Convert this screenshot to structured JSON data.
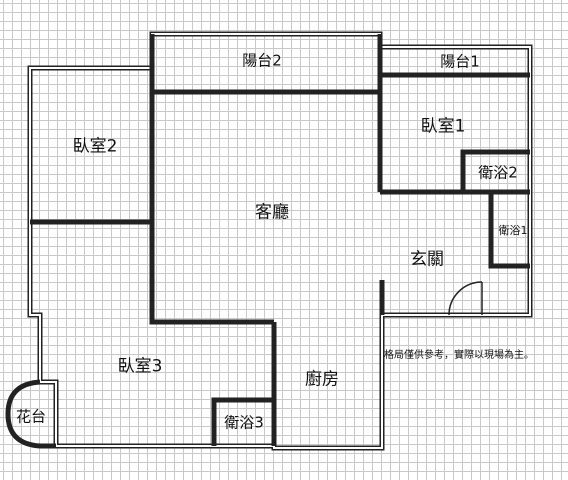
{
  "rooms": {
    "balcony_2": "陽台2",
    "balcony_1": "陽台1",
    "bedroom_2": "臥室2",
    "bedroom_1": "臥室1",
    "bath_2": "衛浴2",
    "bath_1": "衛浴1",
    "living_room": "客廳",
    "entrance": "玄關",
    "bedroom_3": "臥室3",
    "kitchen": "廚房",
    "bath_3": "衛浴3",
    "flower_bed": "花台"
  },
  "note": "格局僅供參考，實際以現場為主。"
}
